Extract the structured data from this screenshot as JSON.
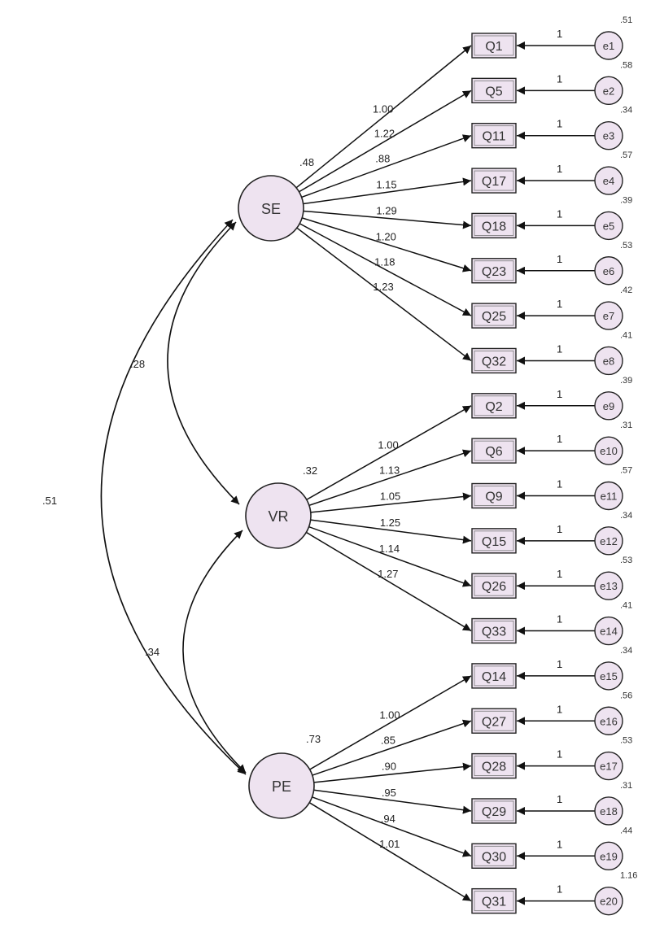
{
  "colors": {
    "fill": "#eee3f0",
    "stroke": "#222222",
    "background": "#ffffff"
  },
  "latents": [
    {
      "id": "SE",
      "variance": ".48"
    },
    {
      "id": "VR",
      "variance": ".32"
    },
    {
      "id": "PE",
      "variance": ".73"
    }
  ],
  "covariances": [
    {
      "from": "SE",
      "to": "VR",
      "value": ".28"
    },
    {
      "from": "VR",
      "to": "PE",
      "value": ".34"
    },
    {
      "from": "SE",
      "to": "PE",
      "value": ".51"
    }
  ],
  "indicators": [
    {
      "name": "Q1",
      "factor": "SE",
      "loading": "1.00",
      "error": "e1",
      "err_var": ".51"
    },
    {
      "name": "Q5",
      "factor": "SE",
      "loading": "1.22",
      "error": "e2",
      "err_var": ".58"
    },
    {
      "name": "Q11",
      "factor": "SE",
      "loading": ".88",
      "error": "e3",
      "err_var": ".34"
    },
    {
      "name": "Q17",
      "factor": "SE",
      "loading": "1.15",
      "error": "e4",
      "err_var": ".57"
    },
    {
      "name": "Q18",
      "factor": "SE",
      "loading": "1.29",
      "error": "e5",
      "err_var": ".39"
    },
    {
      "name": "Q23",
      "factor": "SE",
      "loading": "1.20",
      "error": "e6",
      "err_var": ".53"
    },
    {
      "name": "Q25",
      "factor": "SE",
      "loading": "1.18",
      "error": "e7",
      "err_var": ".42"
    },
    {
      "name": "Q32",
      "factor": "SE",
      "loading": "1.23",
      "error": "e8",
      "err_var": ".41"
    },
    {
      "name": "Q2",
      "factor": "VR",
      "loading": "1.00",
      "error": "e9",
      "err_var": ".39"
    },
    {
      "name": "Q6",
      "factor": "VR",
      "loading": "1.13",
      "error": "e10",
      "err_var": ".31"
    },
    {
      "name": "Q9",
      "factor": "VR",
      "loading": "1.05",
      "error": "e11",
      "err_var": ".57"
    },
    {
      "name": "Q15",
      "factor": "VR",
      "loading": "1.25",
      "error": "e12",
      "err_var": ".34"
    },
    {
      "name": "Q26",
      "factor": "VR",
      "loading": "1.14",
      "error": "e13",
      "err_var": ".53"
    },
    {
      "name": "Q33",
      "factor": "VR",
      "loading": "1.27",
      "error": "e14",
      "err_var": ".41"
    },
    {
      "name": "Q14",
      "factor": "PE",
      "loading": "1.00",
      "error": "e15",
      "err_var": ".34"
    },
    {
      "name": "Q27",
      "factor": "PE",
      "loading": ".85",
      "error": "e16",
      "err_var": ".56"
    },
    {
      "name": "Q28",
      "factor": "PE",
      "loading": ".90",
      "error": "e17",
      "err_var": ".53"
    },
    {
      "name": "Q29",
      "factor": "PE",
      "loading": ".95",
      "error": "e18",
      "err_var": ".31"
    },
    {
      "name": "Q30",
      "factor": "PE",
      "loading": ".94",
      "error": "e19",
      "err_var": ".44"
    },
    {
      "name": "Q31",
      "factor": "PE",
      "loading": "1.01",
      "error": "e20",
      "err_var": "1.16"
    }
  ],
  "fixed_path": "1"
}
